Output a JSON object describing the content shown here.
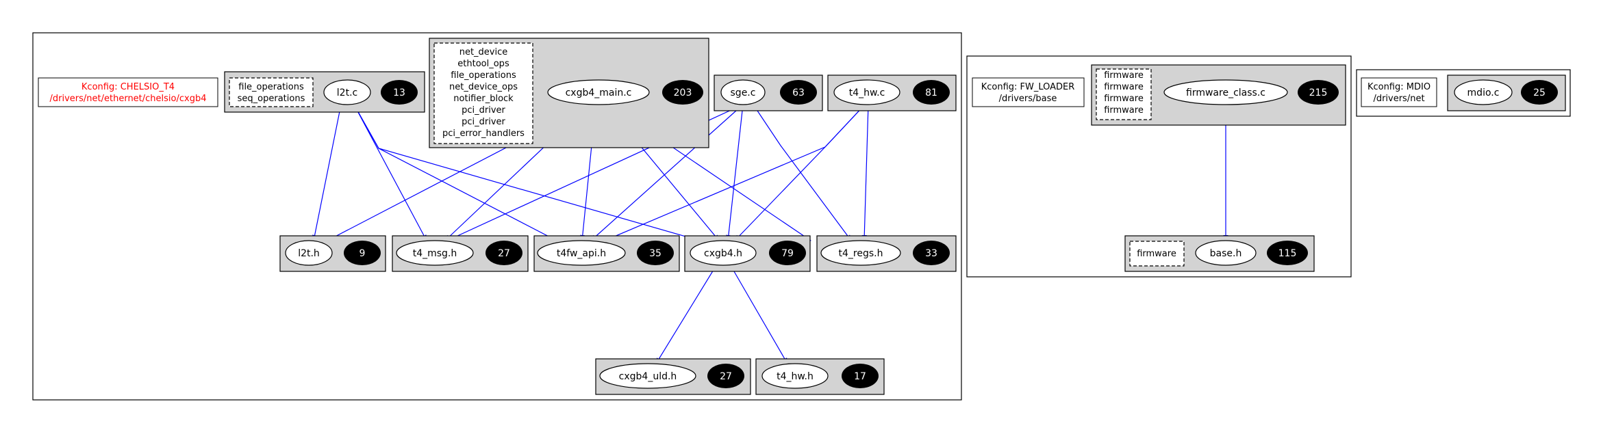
{
  "kconfig": {
    "chelsio": {
      "line1": "Kconfig: CHELSIO_T4",
      "line2": "/drivers/net/ethernet/chelsio/cxgb4"
    },
    "fw_loader": {
      "line1": "Kconfig: FW_LOADER",
      "line2": "/drivers/base"
    },
    "mdio": {
      "line1": "Kconfig: MDIO",
      "line2": "/drivers/net"
    }
  },
  "files": {
    "l2t_c": {
      "name": "l2t.c",
      "count": "13",
      "symbols": [
        "file_operations",
        "seq_operations"
      ]
    },
    "cxgb4_main_c": {
      "name": "cxgb4_main.c",
      "count": "203",
      "symbols": [
        "net_device",
        "ethtool_ops",
        "file_operations",
        "net_device_ops",
        "notifier_block",
        "pci_driver",
        "pci_driver",
        "pci_error_handlers"
      ]
    },
    "sge_c": {
      "name": "sge.c",
      "count": "63"
    },
    "t4_hw_c": {
      "name": "t4_hw.c",
      "count": "81"
    },
    "l2t_h": {
      "name": "l2t.h",
      "count": "9"
    },
    "t4_msg_h": {
      "name": "t4_msg.h",
      "count": "27"
    },
    "t4fw_api_h": {
      "name": "t4fw_api.h",
      "count": "35"
    },
    "cxgb4_h": {
      "name": "cxgb4.h",
      "count": "79"
    },
    "t4_regs_h": {
      "name": "t4_regs.h",
      "count": "33"
    },
    "cxgb4_uld_h": {
      "name": "cxgb4_uld.h",
      "count": "27"
    },
    "t4_hw_h": {
      "name": "t4_hw.h",
      "count": "17"
    },
    "firmware_class_c": {
      "name": "firmware_class.c",
      "count": "215",
      "symbols": [
        "firmware",
        "firmware",
        "firmware",
        "firmware"
      ]
    },
    "base_h": {
      "name": "base.h",
      "count": "115",
      "symbols": [
        "firmware"
      ]
    },
    "mdio_c": {
      "name": "mdio.c",
      "count": "25"
    }
  },
  "colors": {
    "kconfig_red": "#ff0000",
    "edge_blue": "#0000ff",
    "cluster_fill": "#d3d3d3",
    "count_fill": "#000000"
  }
}
